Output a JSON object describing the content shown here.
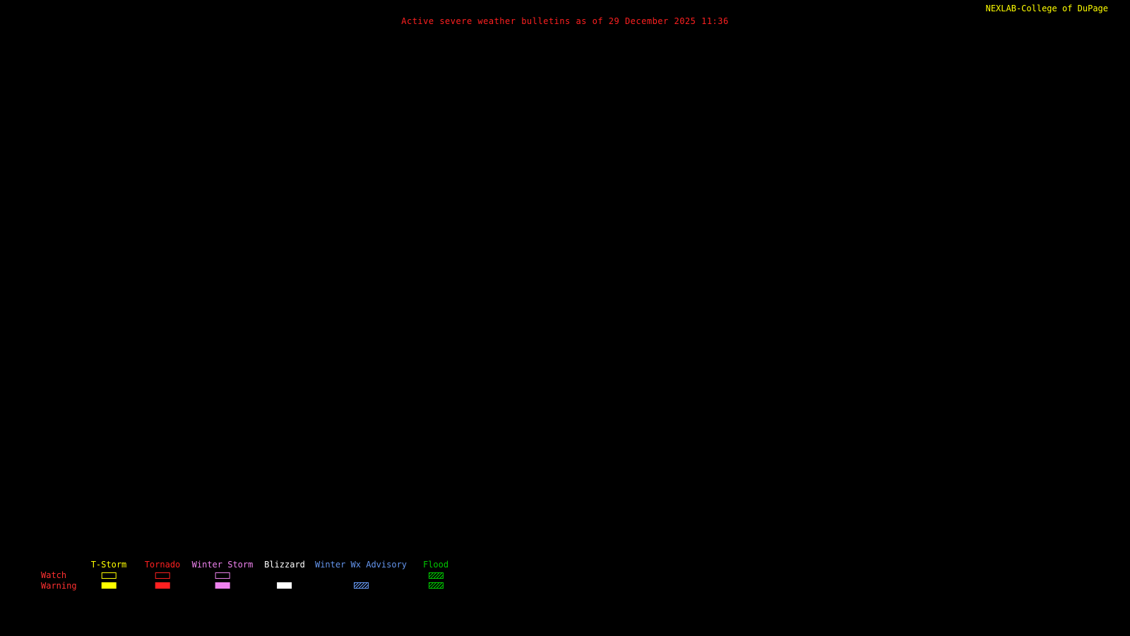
{
  "header": {
    "brand": "NEXLAB-College of DuPage",
    "brand_color": "#ffff00",
    "title": "Active severe weather bulletins as of 29 December 2025 11:36",
    "title_color": "#ff2020"
  },
  "map": {
    "background": "#000000"
  },
  "legend": {
    "row_labels": [
      "Watch",
      "Warning"
    ],
    "row_label_color": "#ff3030",
    "columns": [
      {
        "label": "T-Storm",
        "color": "#ffff00",
        "watch_style": "outline",
        "warning_style": "filled"
      },
      {
        "label": "Tornado",
        "color": "#ff2020",
        "watch_style": "outline",
        "warning_style": "filled"
      },
      {
        "label": "Winter Storm",
        "color": "#ee82ee",
        "watch_style": "outline",
        "warning_style": "filled"
      },
      {
        "label": "Blizzard",
        "color": "#ffffff",
        "watch_style": "none",
        "warning_style": "filled"
      },
      {
        "label": "Winter Wx Advisory",
        "color": "#6495ed",
        "watch_style": "none",
        "warning_style": "hatched"
      },
      {
        "label": "Flood",
        "color": "#00c800",
        "watch_style": "hatched",
        "warning_style": "hatched"
      }
    ]
  }
}
